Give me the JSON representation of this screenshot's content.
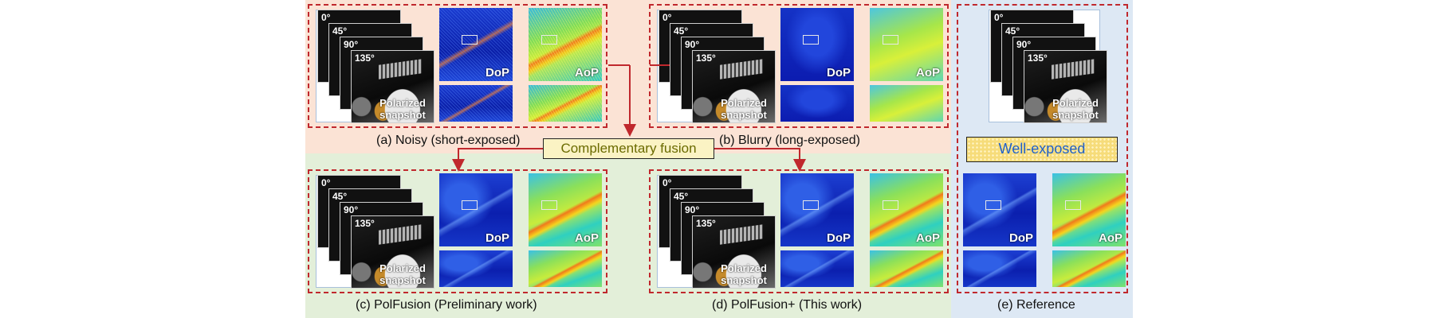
{
  "labels": {
    "angles": [
      "0°",
      "45°",
      "90°",
      "135°"
    ],
    "snapshot": "Polarized snapshot",
    "dop": "DoP",
    "aop": "AoP"
  },
  "fusion_label": "Complementary fusion",
  "well_exposed_label": "Well-exposed",
  "panels": {
    "a": {
      "caption": "(a) Noisy (short-exposed)"
    },
    "b": {
      "caption": "(b) Blurry (long-exposed)"
    },
    "c": {
      "caption": "(c) PolFusion (Preliminary work)"
    },
    "d": {
      "caption": "(d) PolFusion+ (This work)"
    },
    "e": {
      "caption": "(e) Reference"
    }
  },
  "colors": {
    "input_region": "#fbe3d5",
    "output_region": "#e3efd9",
    "reference_region": "#dde8f4",
    "dashed_border": "#c0282d",
    "arrow": "#c0282d",
    "fusion_box": "#fbf3c4",
    "well_exposed_text": "#2060c8"
  }
}
